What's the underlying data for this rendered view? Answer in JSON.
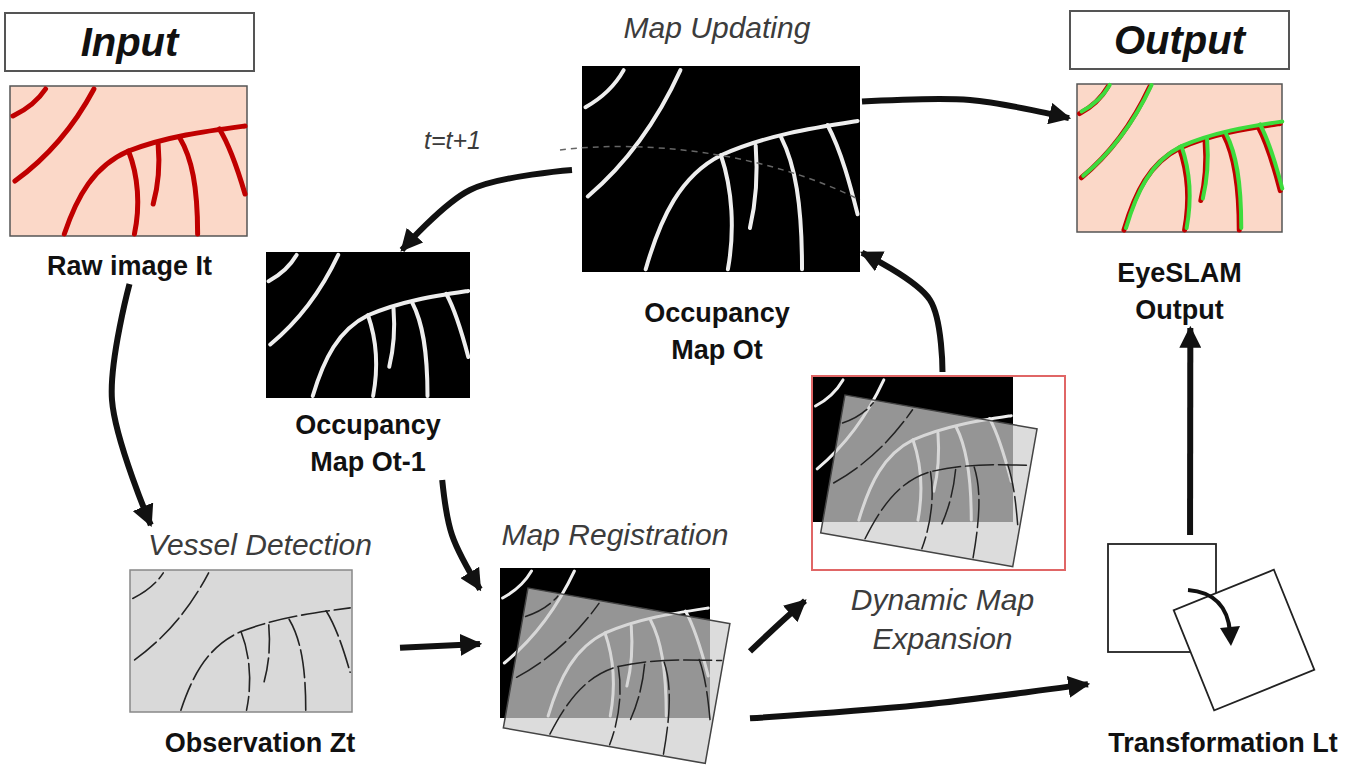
{
  "diagram": {
    "nodes": [
      {
        "text": [
          "Input",
          "Raw image It"
        ]
      },
      {
        "text": [
          "Vessel Detection",
          "Observation Zt"
        ]
      },
      {
        "text": [
          "Occupancy Map Ot-1"
        ]
      },
      {
        "text": [
          "Map Registration"
        ]
      },
      {
        "text": [
          "Dynamic Map Expansion"
        ]
      },
      {
        "text": [
          "Map Updating",
          "Occupancy Map Ot"
        ]
      },
      {
        "text": [
          "Transformation Lt"
        ]
      },
      {
        "text": [
          "Output",
          "EyeSLAM Output"
        ]
      }
    ],
    "edges": [
      {
        "from": 0,
        "to": 1,
        "arrow": "to"
      },
      {
        "from": 1,
        "to": 3,
        "arrow": "to"
      },
      {
        "from": 2,
        "to": 3,
        "arrow": "to"
      },
      {
        "from": 3,
        "to": 4,
        "arrow": "to"
      },
      {
        "from": 3,
        "to": 6,
        "arrow": "to"
      },
      {
        "from": 4,
        "to": 5,
        "arrow": "to"
      },
      {
        "from": 5,
        "to": 2,
        "label": "t=t+1",
        "arrow": "to"
      },
      {
        "from": 5,
        "to": 7,
        "arrow": "to"
      },
      {
        "from": 6,
        "to": 7,
        "arrow": "to"
      }
    ]
  }
}
